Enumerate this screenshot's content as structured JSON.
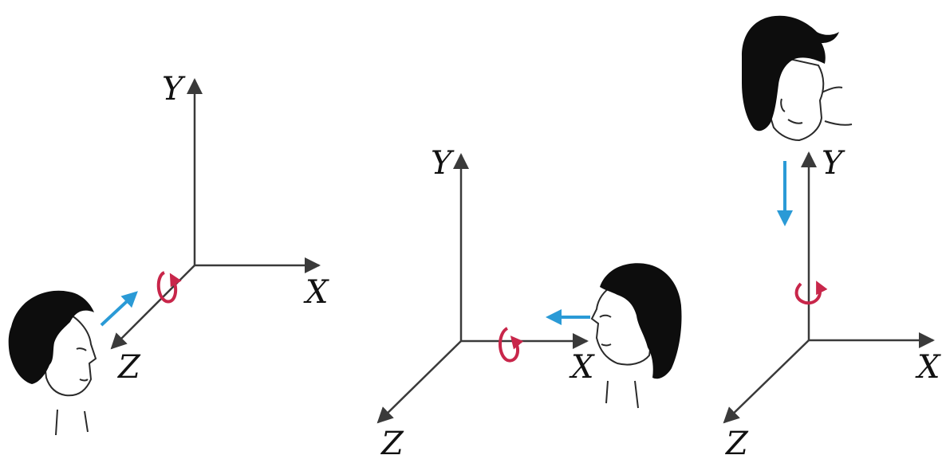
{
  "panels": [
    {
      "x_label": "X",
      "y_label": "Y",
      "z_label": "Z"
    },
    {
      "x_label": "X",
      "y_label": "Y",
      "z_label": "Z"
    },
    {
      "x_label": "X",
      "y_label": "Y",
      "z_label": "Z"
    }
  ],
  "colors": {
    "axis": "#3a3a3a",
    "translation_arrow": "#2a9ad6",
    "rotation_arrow": "#c8264a",
    "hair": "#0d0d0d",
    "outline": "#2a2a2a"
  },
  "icons": [
    "head-profile-icon",
    "translation-arrow-icon",
    "rotation-arrow-icon"
  ]
}
